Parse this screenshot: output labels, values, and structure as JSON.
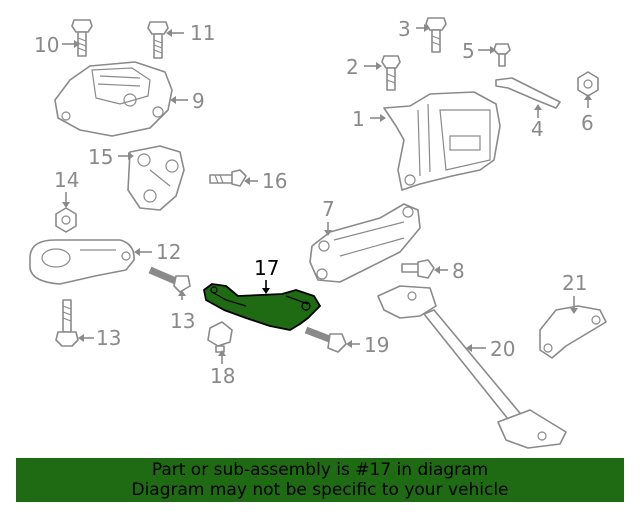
{
  "callouts": [
    {
      "id": "1",
      "label": "1"
    },
    {
      "id": "2",
      "label": "2"
    },
    {
      "id": "3",
      "label": "3"
    },
    {
      "id": "4",
      "label": "4"
    },
    {
      "id": "5",
      "label": "5"
    },
    {
      "id": "6",
      "label": "6"
    },
    {
      "id": "7",
      "label": "7"
    },
    {
      "id": "8",
      "label": "8"
    },
    {
      "id": "9",
      "label": "9"
    },
    {
      "id": "10",
      "label": "10"
    },
    {
      "id": "11",
      "label": "11"
    },
    {
      "id": "12",
      "label": "12"
    },
    {
      "id": "13a",
      "label": "13"
    },
    {
      "id": "13b",
      "label": "13"
    },
    {
      "id": "14",
      "label": "14"
    },
    {
      "id": "15",
      "label": "15"
    },
    {
      "id": "16",
      "label": "16"
    },
    {
      "id": "17",
      "label": "17"
    },
    {
      "id": "18",
      "label": "18"
    },
    {
      "id": "19",
      "label": "19"
    },
    {
      "id": "20",
      "label": "20"
    },
    {
      "id": "21",
      "label": "21"
    }
  ],
  "highlight": {
    "part_number": "17",
    "color": "#1e6b14"
  },
  "banner": {
    "line1": "Part or sub-assembly is #17 in diagram",
    "line2": "Diagram may not be specific to your vehicle",
    "background": "#1e6b14"
  }
}
